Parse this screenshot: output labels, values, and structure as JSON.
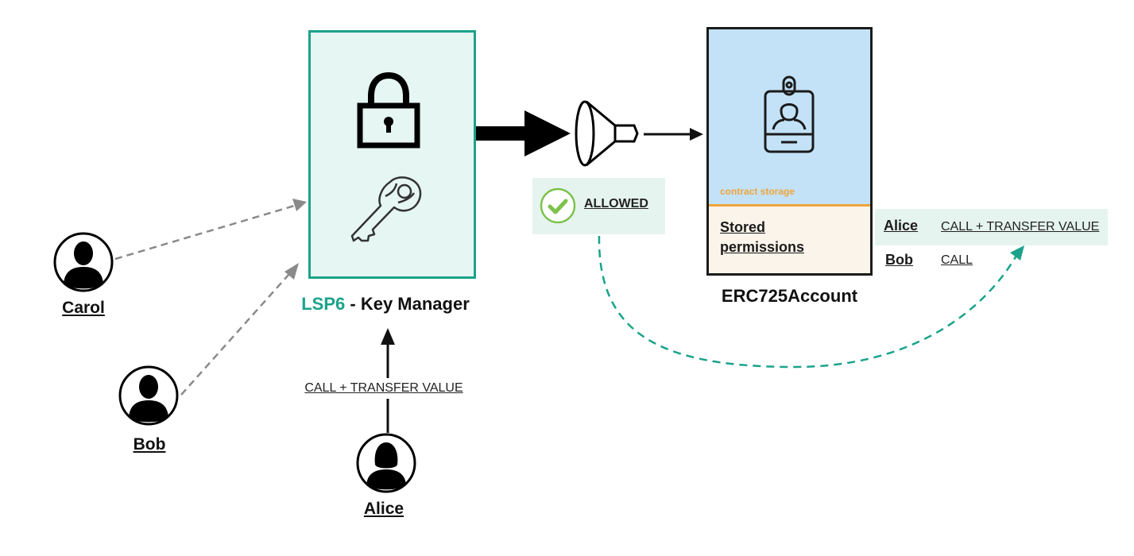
{
  "actors": {
    "carol": "Carol",
    "bob": "Bob",
    "alice": "Alice"
  },
  "key_manager": {
    "title_prefix": "LSP6",
    "title_suffix": " - Key Manager"
  },
  "call": {
    "label": "CALL + TRANSFER VALUE"
  },
  "filter": {
    "status": "ALLOWED"
  },
  "account": {
    "storage_label": "contract storage",
    "stored_permissions": "Stored permissions",
    "title": "ERC725Account"
  },
  "permissions": [
    {
      "name": "Alice",
      "value": "CALL + TRANSFER VALUE"
    },
    {
      "name": "Bob",
      "value": "CALL"
    }
  ],
  "colors": {
    "teal": "#1aa38a",
    "keymanager_fill": "#e6f6f2",
    "account_top": "#c3e2f7",
    "account_bottom": "#fbf4ea",
    "storage_orange": "#f0a53a",
    "allowed_green": "#7dc24b",
    "dashed_gray": "#8a8a8a"
  }
}
